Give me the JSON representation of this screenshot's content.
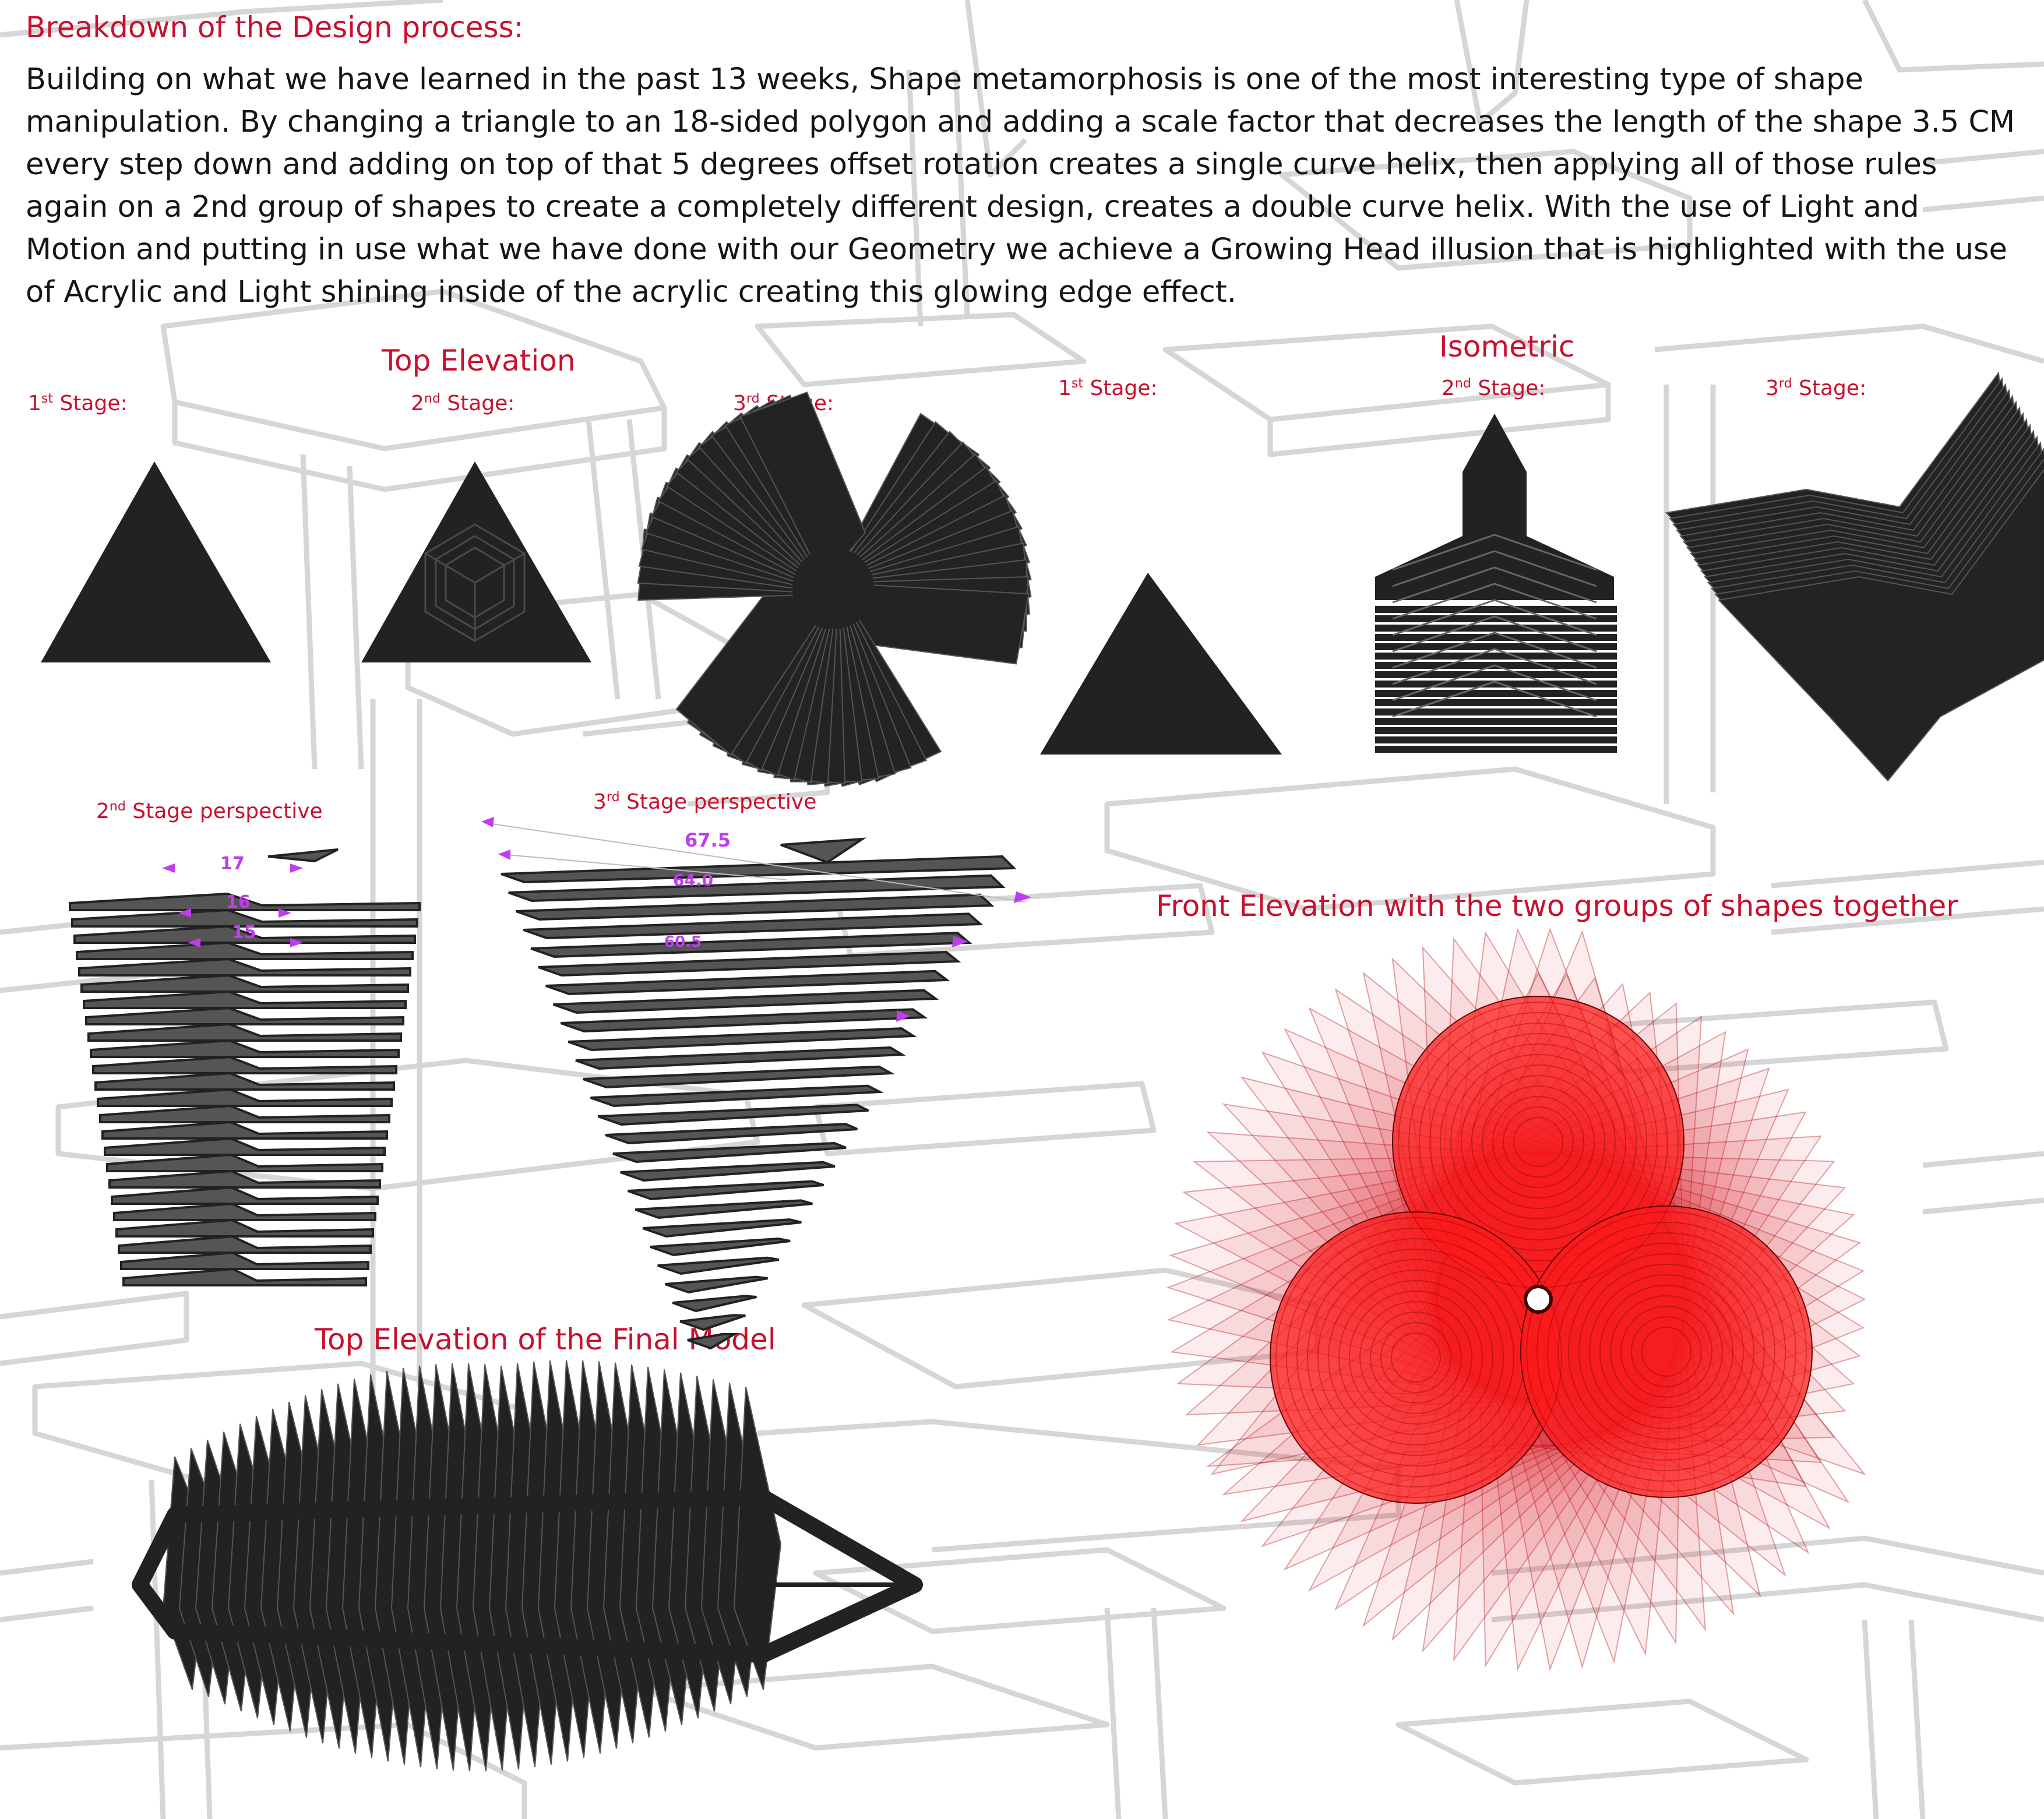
{
  "header": {
    "title": "Breakdown of the Design process:"
  },
  "description": "Building on what we have learned in the past 13 weeks, Shape metamorphosis is one of the most interesting type of shape manipulation. By changing a triangle to an 18-sided polygon and adding a scale factor that decreases the length of the shape 3.5 CM every step down and adding on top of that 5 degrees offset rotation creates a single curve helix, then applying all of those rules again on a 2nd group of shapes to create a completely different design, creates a double curve helix. With the use of Light and Motion and putting in use what we have done with our Geometry we achieve a Growing Head illusion that is highlighted with the use of Acrylic and Light shining inside of the acrylic creating this glowing edge effect.",
  "sections": {
    "top_elevation": "Top Elevation",
    "isometric": "Isometric",
    "persp2": {
      "num": "2",
      "sup": "nd",
      "rest": " Stage perspective"
    },
    "persp3": {
      "num": "3",
      "sup": "rd",
      "rest": " Stage perspective"
    },
    "front_elevation": "Front Elevation with the two groups of shapes together",
    "final_model": "Top Elevation of the Final Model"
  },
  "stages": {
    "s1": {
      "num": "1",
      "sup": "st",
      "rest": " Stage:"
    },
    "s2": {
      "num": "2",
      "sup": "nd",
      "rest": " Stage:"
    },
    "s3": {
      "num": "3",
      "sup": "rd",
      "rest": " Stage:"
    }
  },
  "dimensions": {
    "persp2": [
      "17",
      "16",
      "15"
    ],
    "persp3": [
      "67.5",
      "64.0",
      "60.5"
    ]
  },
  "colors": {
    "accent": "#c8102e",
    "shape": "#222222",
    "acrylic": "#e8101a",
    "dimension": "#c03cf0",
    "background_lines": "#d2d2d2"
  }
}
